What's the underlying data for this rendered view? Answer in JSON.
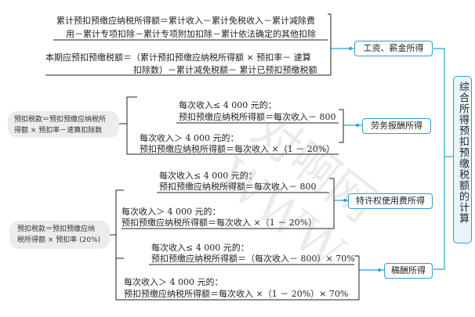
{
  "root": {
    "title": "综合所得预扣预缴税额的计算"
  },
  "groups": {
    "salary": {
      "label": "工资、薪金所得",
      "lines": [
        "累计预扣预缴应纳税所得额＝累计收入－累计免税收入－累计减除费",
        "用－累计专项扣除－累计专项附加扣除－累计依法确定的其他扣除",
        "本期应预扣预缴税额＝（累计预扣预缴应纳税所得额 × 预扣率－ 速算",
        "扣除数）－累计减免税额－ 累计已预扣预缴税额"
      ]
    },
    "labor": {
      "label": "劳务报酬所得",
      "note": [
        "预扣税款＝预扣预缴应纳税所",
        "得额 × 预扣率－速算扣除数"
      ],
      "lines": [
        "每次收入≤ 4 000 元的：",
        "预扣预缴应纳税所得额＝每次收入－ 800",
        "每次收入＞ 4 000 元的：",
        "预扣预缴应纳税所得额＝每次收入 ×（1 － 20%）"
      ]
    },
    "royalty": {
      "label": "特许权使用费所得",
      "lines": [
        "每次收入≤ 4 000 元的：",
        "预扣预缴应纳税所得额＝每次收入－ 800",
        "每次收入＞ 4 000 元的：",
        "预扣预缴应纳税所得额＝每次收入 ×（1 － 20%）"
      ]
    },
    "manuscript": {
      "label": "稿酬所得",
      "lines": [
        "每次收入≤ 4 000 元的：",
        "预扣预缴应纳税所得额＝（每次收入－ 800）× 70%",
        "每次收入＞ 4 000 元的：",
        "预扣预缴应纳税所得额＝每次收入 ×（1 － 20%）× 70%"
      ]
    },
    "shared_note": [
      "预扣税款＝预扣预缴应纳",
      "税所得额 × 预扣率 (20%)"
    ]
  },
  "colors": {
    "accent": "#2a9fd6",
    "line": "#222222",
    "pill": "#ececec"
  }
}
